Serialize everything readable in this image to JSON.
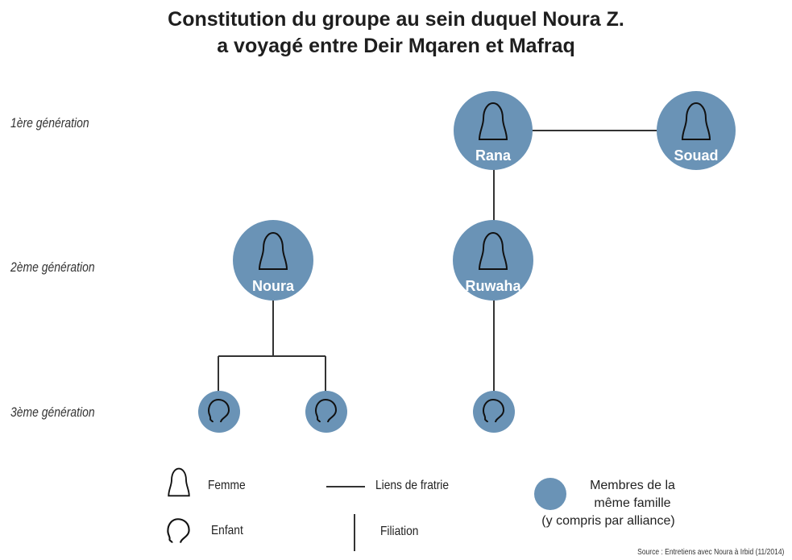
{
  "title": {
    "line1": "Constitution du groupe au sein duquel Noura Z.",
    "line2": "a voyagé entre Deir Mqaren et Mafraq"
  },
  "generations": [
    {
      "label": "1ère génération"
    },
    {
      "label": "2ème génération"
    },
    {
      "label": "3ème génération"
    }
  ],
  "nodes": {
    "rana": {
      "name": "Rana",
      "icon": "woman-icon"
    },
    "souad": {
      "name": "Souad",
      "icon": "woman-icon"
    },
    "noura": {
      "name": "Noura",
      "icon": "woman-icon"
    },
    "ruwaha": {
      "name": "Ruwaha",
      "icon": "woman-icon"
    },
    "children": [
      {
        "icon": "child-icon"
      },
      {
        "icon": "child-icon"
      },
      {
        "icon": "child-icon"
      }
    ]
  },
  "legend": {
    "femme": "Femme",
    "enfant": "Enfant",
    "fratrie": "Liens de fratrie",
    "filiation": "Filiation",
    "famille_line1": "Membres de la",
    "famille_line2": "même famille",
    "famille_line3": "(y compris par alliance)"
  },
  "source": "Source : Entretiens avec Noura à Irbid (11/2014)",
  "colors": {
    "node_fill": "#6a93b6",
    "line": "#333333",
    "icon_stroke": "#111111"
  }
}
